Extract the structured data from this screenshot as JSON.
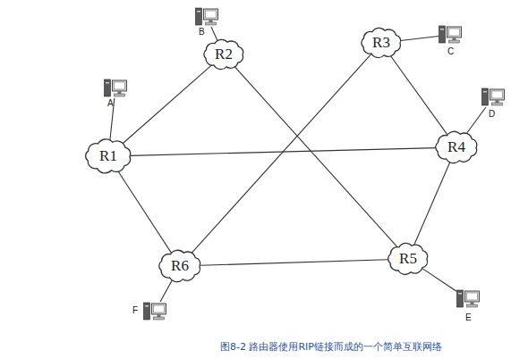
{
  "diagram": {
    "caption": "图8-2 路由器使用RIP链接而成的一个简单互联网络",
    "nodes": [
      {
        "text": [
          "B"
        ]
      },
      {
        "text": [
          "R2"
        ]
      },
      {
        "text": [
          "R3"
        ]
      },
      {
        "text": [
          "C"
        ]
      },
      {
        "text": [
          "A"
        ]
      },
      {
        "text": [
          "D"
        ]
      },
      {
        "text": [
          "R1"
        ]
      },
      {
        "text": [
          "R4"
        ]
      },
      {
        "text": [
          "R5"
        ]
      },
      {
        "text": [
          "R6"
        ]
      },
      {
        "text": [
          "F"
        ]
      },
      {
        "text": [
          "E"
        ]
      }
    ],
    "edges": [
      {
        "from": 6,
        "to": 4,
        "arrow": "none"
      },
      {
        "from": 1,
        "to": 0,
        "arrow": "none"
      },
      {
        "from": 2,
        "to": 3,
        "arrow": "none"
      },
      {
        "from": 7,
        "to": 5,
        "arrow": "none"
      },
      {
        "from": 8,
        "to": 11,
        "arrow": "none"
      },
      {
        "from": 9,
        "to": 10,
        "arrow": "none"
      },
      {
        "from": 6,
        "to": 1,
        "arrow": "none"
      },
      {
        "from": 6,
        "to": 7,
        "arrow": "none"
      },
      {
        "from": 6,
        "to": 9,
        "arrow": "none"
      },
      {
        "from": 1,
        "to": 8,
        "arrow": "none"
      },
      {
        "from": 2,
        "to": 9,
        "arrow": "none"
      },
      {
        "from": 2,
        "to": 7,
        "arrow": "none"
      },
      {
        "from": 7,
        "to": 8,
        "arrow": "none"
      },
      {
        "from": 9,
        "to": 8,
        "arrow": "none"
      }
    ]
  }
}
